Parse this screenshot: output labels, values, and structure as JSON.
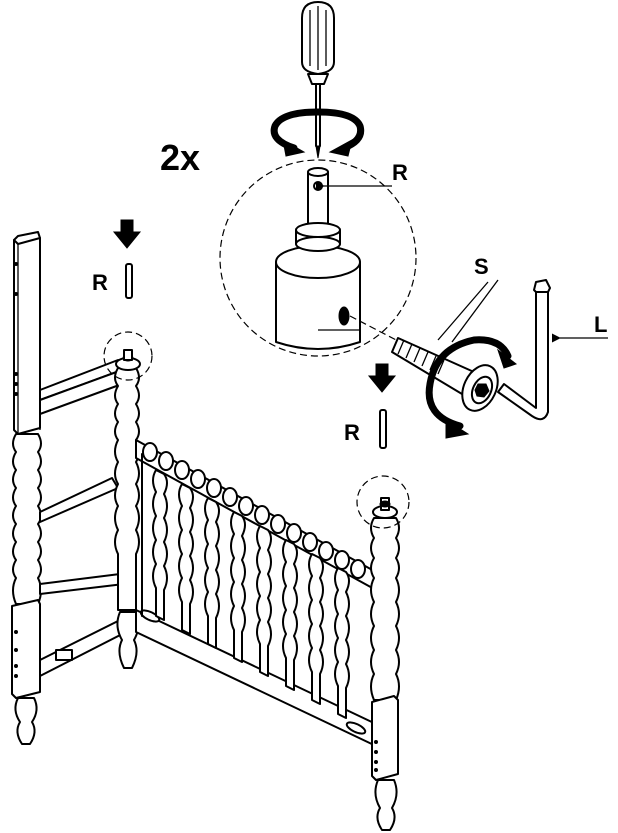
{
  "step": {
    "quantity": "2x",
    "parts": {
      "pin_r": "R",
      "screw_s": "S",
      "allen_key_l": "L"
    }
  },
  "icons": [
    "screwdriver-icon",
    "rotation-arrow-icon",
    "down-arrow-icon",
    "allen-key-icon"
  ],
  "colors": {
    "ink": "#000000",
    "paper": "#ffffff"
  }
}
